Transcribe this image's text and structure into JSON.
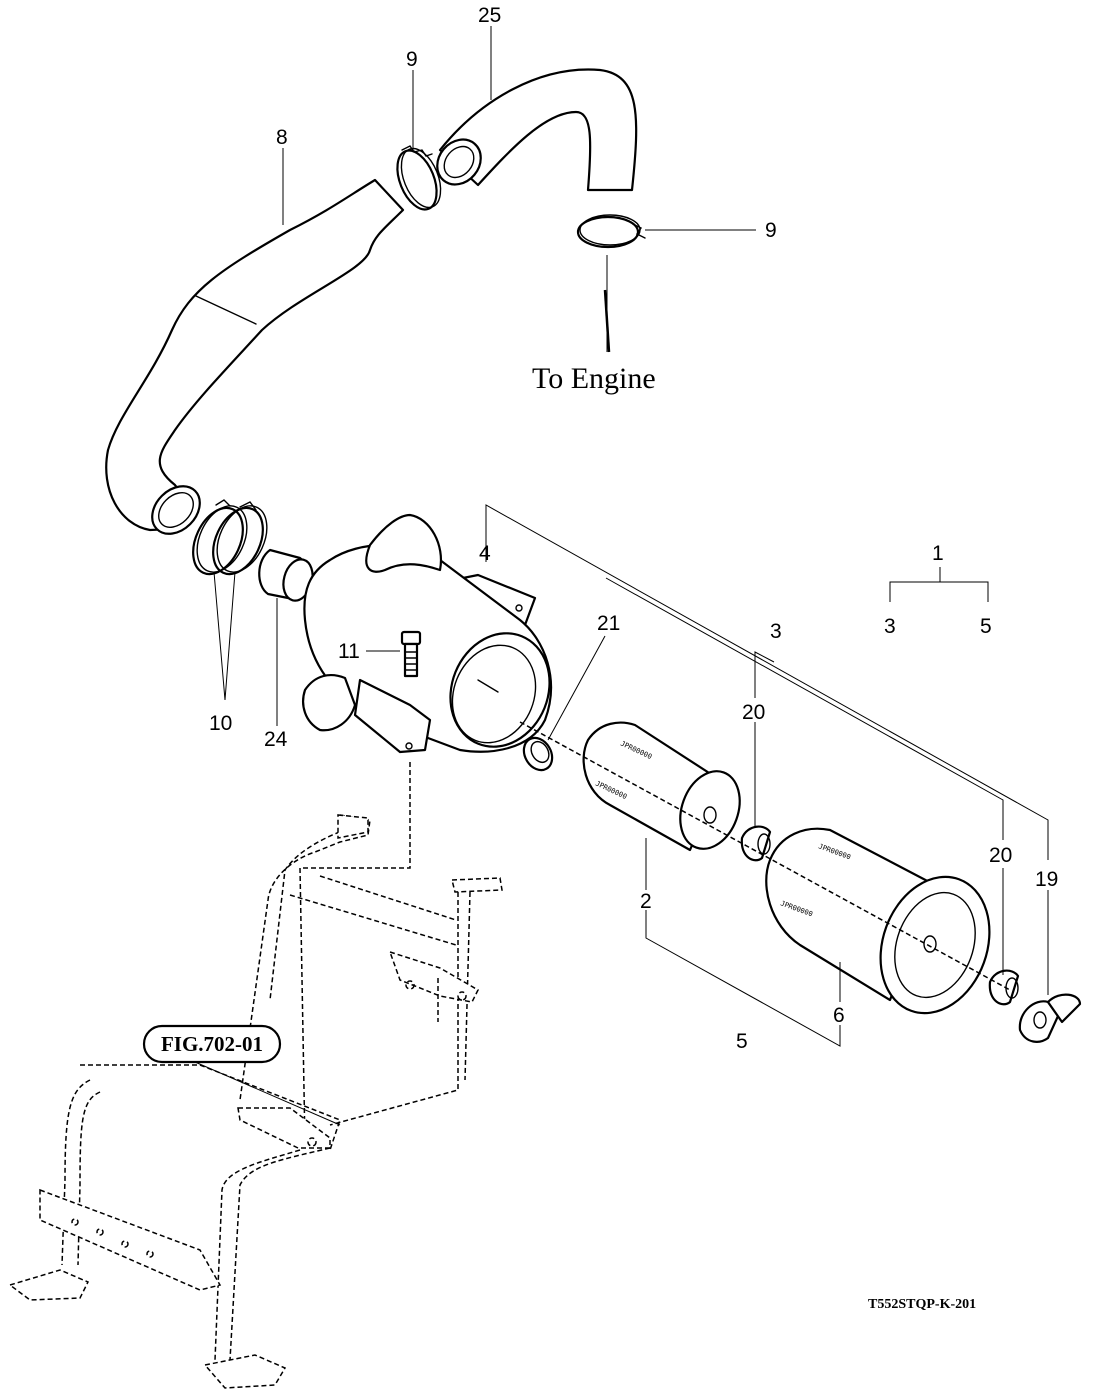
{
  "callouts": {
    "c1": "1",
    "c2": "2",
    "c3": "3",
    "c3_tree": "3",
    "c4": "4",
    "c5": "5",
    "c5_tree": "5",
    "c6": "6",
    "c8": "8",
    "c9_top": "9",
    "c9_right": "9",
    "c10": "10",
    "c11": "11",
    "c19": "19",
    "c20_upper": "20",
    "c20_lower": "20",
    "c21": "21",
    "c24": "24",
    "c25": "25"
  },
  "notes": {
    "to_engine": "To Engine"
  },
  "figure_reference": "FIG.702-01",
  "drawing_code": "T552STQP-K-201",
  "filter_labels": {
    "inner_a": "JPR00000",
    "inner_b": "JPR00000",
    "outer_a": "JPR00000",
    "outer_b": "JPR00000"
  }
}
